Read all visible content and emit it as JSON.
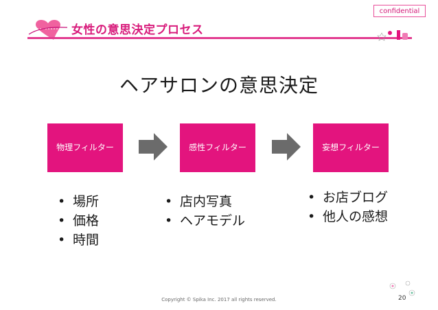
{
  "header": {
    "badge": "confidential",
    "title": "女性の意思決定プロセス",
    "logo_icon": "heart-logo-icon"
  },
  "main": {
    "title": "ヘアサロンの意思決定",
    "stages": [
      {
        "label": "物理フィルター",
        "bullets": [
          "場所",
          "価格",
          "時間"
        ]
      },
      {
        "label": "感性フィルター",
        "bullets": [
          "店内写真",
          "ヘアモデル"
        ]
      },
      {
        "label": "妄想フィルター",
        "bullets": [
          "お店ブログ",
          "他人の感想"
        ]
      }
    ]
  },
  "footer": {
    "copyright": "Copyright © Spika Inc. 2017 all rights reserved.",
    "page_number": "20"
  },
  "colors": {
    "accent": "#e3147e",
    "title_pink": "#d81b7b",
    "arrow_gray": "#6b6b6b"
  }
}
